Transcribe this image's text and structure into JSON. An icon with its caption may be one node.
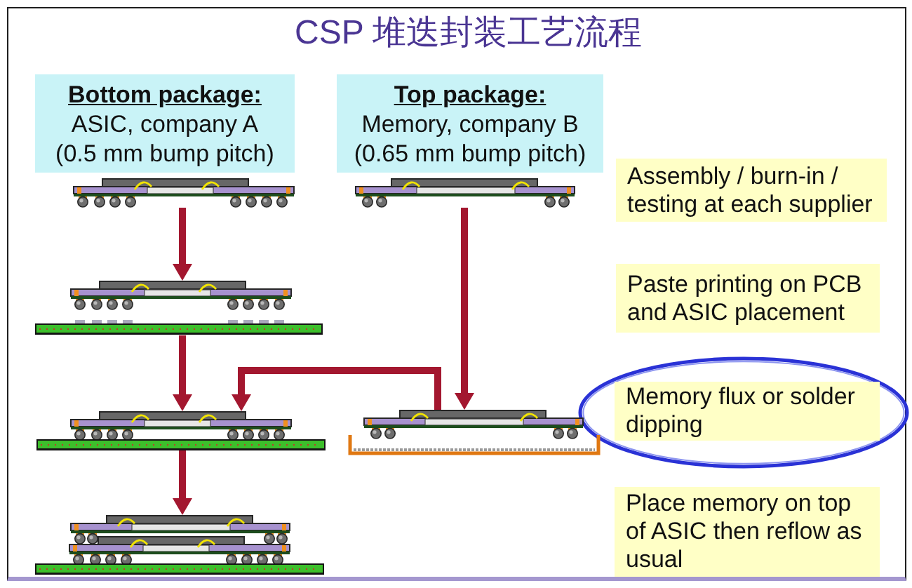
{
  "diagram": {
    "title": "CSP 堆迭封装工艺流程",
    "nodes": [
      {
        "text": [
          "Bottom package:",
          "ASIC, company A (0.5 mm bump pitch)"
        ]
      },
      {
        "text": [
          "Top package:",
          "Memory, company B (0.65 mm bump pitch)"
        ]
      },
      {
        "text": [],
        "shape": "picture"
      },
      {
        "text": [],
        "shape": "picture"
      },
      {
        "text": [
          "Assembly / burn-in / testing at each supplier"
        ]
      },
      {
        "text": [],
        "shape": "picture"
      },
      {
        "text": [
          "Paste printing on PCB and ASIC placement"
        ]
      },
      {
        "text": [],
        "shape": "picture"
      },
      {
        "text": [],
        "shape": "picture"
      },
      {
        "text": [
          "Memory flux or solder dipping"
        ]
      },
      {
        "text": [],
        "shape": "picture"
      },
      {
        "text": [
          "Place memory on top of ASIC then reflow as usual"
        ]
      }
    ],
    "edges": [
      {
        "from": 2,
        "to": 5,
        "arrow": "to"
      },
      {
        "from": 3,
        "to": 8,
        "arrow": "to"
      },
      {
        "from": 5,
        "to": 7,
        "arrow": "to"
      },
      {
        "from": 8,
        "to": 7,
        "arrow": "to"
      },
      {
        "from": 7,
        "to": 10,
        "arrow": "to"
      }
    ]
  }
}
